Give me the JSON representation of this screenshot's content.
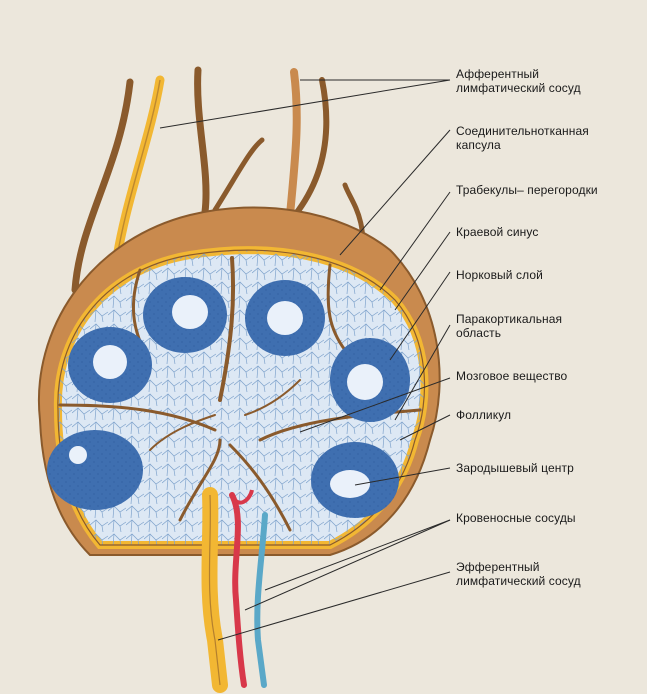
{
  "labels": [
    {
      "id": "afferent",
      "text": "Афферентный\nлимфатический сосуд"
    },
    {
      "id": "capsule",
      "text": "Соединительнотканная\nкапсула"
    },
    {
      "id": "trabeculae",
      "text": "Трабекулы– перегородки"
    },
    {
      "id": "marginal-sinus",
      "text": "Краевой синус"
    },
    {
      "id": "cortex",
      "text": "Норковый слой"
    },
    {
      "id": "paracortical",
      "text": "Паракортикальная\nобласть"
    },
    {
      "id": "medulla",
      "text": "Мозговое вещество"
    },
    {
      "id": "follicle",
      "text": "Фолликул"
    },
    {
      "id": "germinal-center",
      "text": "Зародышевый центр"
    },
    {
      "id": "blood-vessels",
      "text": "Кровеносные сосуды"
    },
    {
      "id": "efferent",
      "text": "Эфферентный\nлимфатический сосуд"
    }
  ],
  "colors": {
    "background": "#ece7dc",
    "capsule": "#c98a4e",
    "capsule_dark": "#8a5a2c",
    "afferent_vessel": "#f2b733",
    "trabecula": "#8a5a2c",
    "tissue": "#dde8f4",
    "follicle": "#3f6fb0",
    "germinal_center": "#eaf1fa",
    "artery": "#d8384a",
    "vein": "#5aa8c8",
    "leader_line": "#2a2a2a"
  }
}
